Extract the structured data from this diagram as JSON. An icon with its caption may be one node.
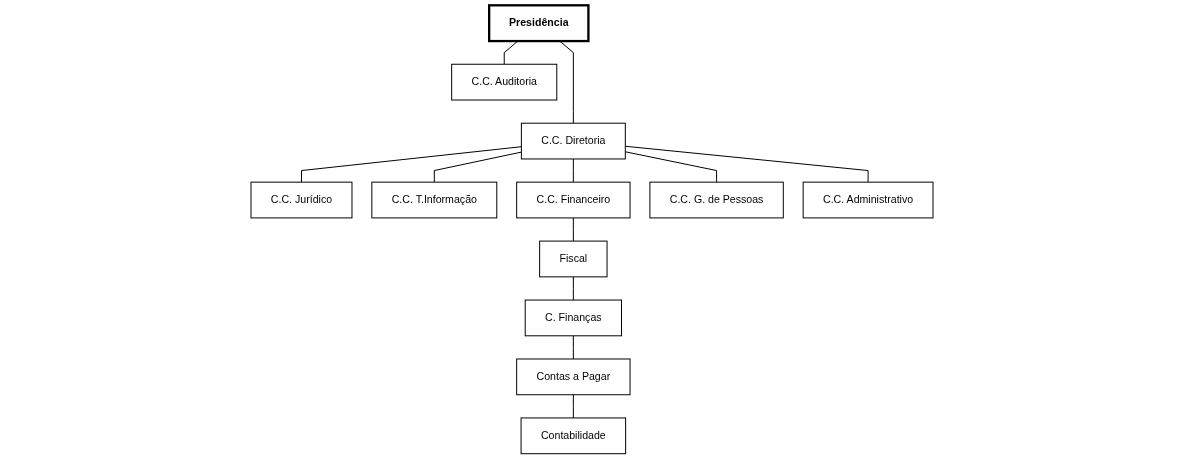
{
  "diagram": {
    "nodes": [
      {
        "text": [
          "Presidência"
        ]
      },
      {
        "text": [
          "C.C. Auditoria"
        ]
      },
      {
        "text": [
          "C.C. Diretoria"
        ]
      },
      {
        "text": [
          "C.C. Jurídico"
        ]
      },
      {
        "text": [
          "C.C. T.Informação"
        ]
      },
      {
        "text": [
          "C.C. Financeiro"
        ]
      },
      {
        "text": [
          "C.C. G. de Pessoas"
        ]
      },
      {
        "text": [
          "C.C. Administrativo"
        ]
      },
      {
        "text": [
          "Fiscal"
        ]
      },
      {
        "text": [
          "C. Finanças"
        ]
      },
      {
        "text": [
          "Contas a Pagar"
        ]
      },
      {
        "text": [
          "Contabilidade"
        ]
      }
    ],
    "edges": [
      {
        "from": 0,
        "to": 1,
        "arrow": "none"
      },
      {
        "from": 0,
        "to": 2,
        "arrow": "none"
      },
      {
        "from": 2,
        "to": 3,
        "arrow": "none"
      },
      {
        "from": 2,
        "to": 4,
        "arrow": "none"
      },
      {
        "from": 2,
        "to": 5,
        "arrow": "none"
      },
      {
        "from": 2,
        "to": 6,
        "arrow": "none"
      },
      {
        "from": 2,
        "to": 7,
        "arrow": "none"
      },
      {
        "from": 5,
        "to": 8,
        "arrow": "none"
      },
      {
        "from": 8,
        "to": 9,
        "arrow": "none"
      },
      {
        "from": 9,
        "to": 10,
        "arrow": "none"
      },
      {
        "from": 10,
        "to": 11,
        "arrow": "none"
      }
    ]
  }
}
